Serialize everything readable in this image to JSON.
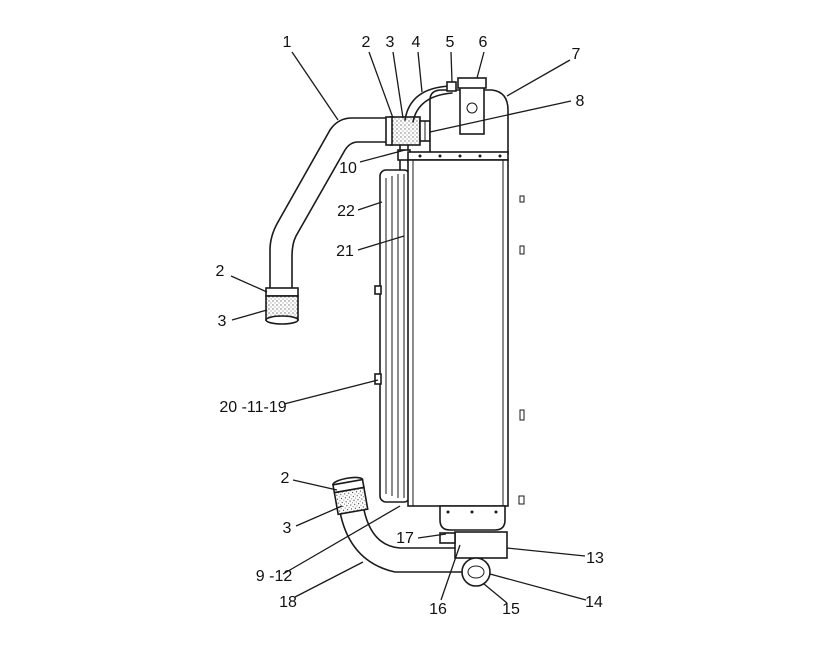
{
  "callouts": [
    "1",
    "2",
    "3",
    "4",
    "5",
    "6",
    "7",
    "8",
    "10",
    "22",
    "21",
    "2",
    "3",
    "20 -11-19",
    "2",
    "3",
    "17",
    "13",
    "9 -12",
    "18",
    "16",
    "15",
    "14"
  ],
  "colors": {
    "line": "#1a1a1a",
    "background": "#ffffff"
  }
}
